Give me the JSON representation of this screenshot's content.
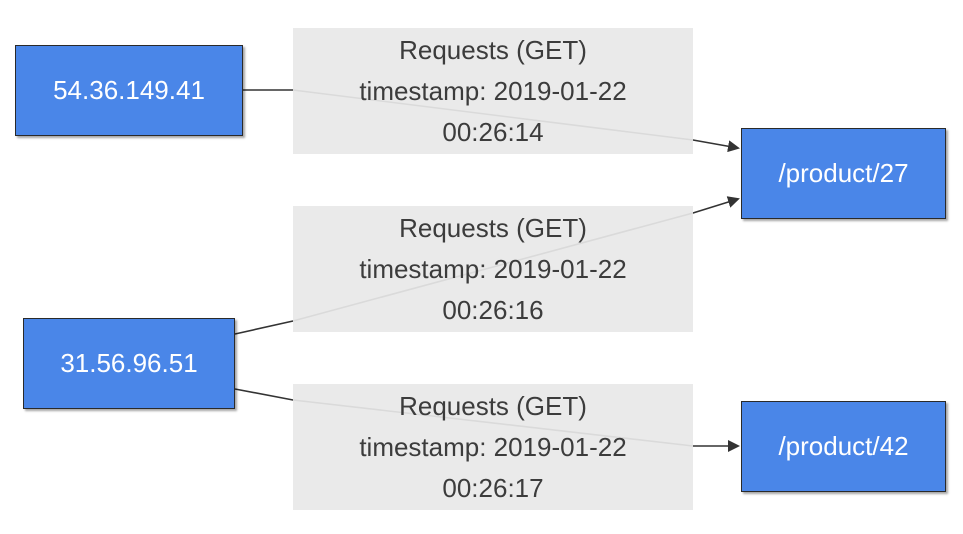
{
  "nodes": {
    "source_1": "54.36.149.41",
    "source_2": "31.56.96.51",
    "target_1": "/product/27",
    "target_2": "/product/42"
  },
  "edges": [
    {
      "from": "54.36.149.41",
      "to": "/product/27",
      "line1": "Requests (GET)",
      "line2": "timestamp: 2019-01-22",
      "line3": "00:26:14"
    },
    {
      "from": "31.56.96.51",
      "to": "/product/27",
      "line1": "Requests (GET)",
      "line2": "timestamp: 2019-01-22",
      "line3": "00:26:16"
    },
    {
      "from": "31.56.96.51",
      "to": "/product/42",
      "line1": "Requests (GET)",
      "line2": "timestamp: 2019-01-22",
      "line3": "00:26:17"
    }
  ],
  "colors": {
    "node_fill": "#4a86e8",
    "node_text": "#ffffff",
    "label_bg": "#e8e8e8",
    "edge": "#333333"
  }
}
